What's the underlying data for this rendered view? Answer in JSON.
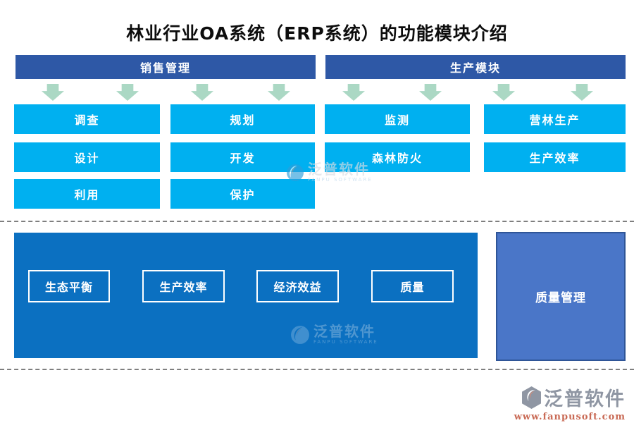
{
  "title": "林业行业OA系统（ERP系统）的功能模块介绍",
  "colors": {
    "header_bar": "#2e58a6",
    "module_node": "#00b0f0",
    "arrow_green": "#abd8c4",
    "benefits_box": "#0b70c1",
    "quality_box_fill": "#4a76c8",
    "quality_box_border": "#2f5597",
    "footer_brand": "#8f96a3",
    "footer_url": "#c96a55"
  },
  "modules": {
    "sales": {
      "header": "销售管理",
      "items": [
        "调查",
        "规划",
        "设计",
        "开发",
        "利用",
        "保护"
      ]
    },
    "production": {
      "header": "生产模块",
      "items": [
        "监测",
        "营林生产",
        "森林防火",
        "生产效率"
      ]
    }
  },
  "benefits": {
    "items": [
      "生态平衡",
      "生产效率",
      "经济效益",
      "质量"
    ]
  },
  "quality_box": {
    "label": "质量管理"
  },
  "watermark": {
    "brand": "泛普软件",
    "subtitle": "FANPU SOFTWARE"
  },
  "footer": {
    "brand": "泛普软件",
    "url": "www.fanpusoft.com"
  }
}
